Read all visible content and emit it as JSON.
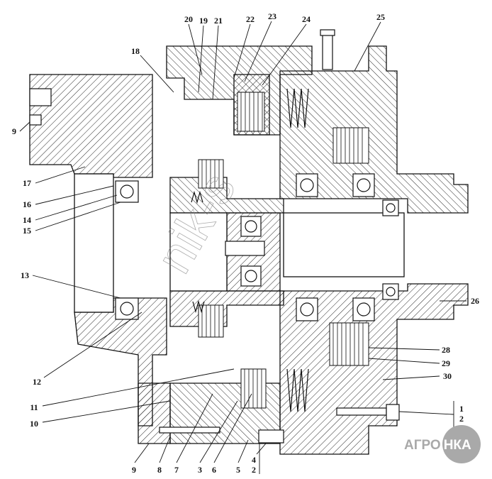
{
  "diagram": {
    "title": "Gearbox assembly cross-section",
    "callouts": [
      {
        "id": "c20",
        "text": "20"
      },
      {
        "id": "c19",
        "text": "19"
      },
      {
        "id": "c21",
        "text": "21"
      },
      {
        "id": "c22",
        "text": "22"
      },
      {
        "id": "c23",
        "text": "23"
      },
      {
        "id": "c24",
        "text": "24"
      },
      {
        "id": "c25",
        "text": "25"
      },
      {
        "id": "c18",
        "text": "18"
      },
      {
        "id": "c9a",
        "text": "9"
      },
      {
        "id": "c17",
        "text": "17"
      },
      {
        "id": "c16",
        "text": "16"
      },
      {
        "id": "c14",
        "text": "14"
      },
      {
        "id": "c15",
        "text": "15"
      },
      {
        "id": "c13",
        "text": "13"
      },
      {
        "id": "c12",
        "text": "12"
      },
      {
        "id": "c11",
        "text": "11"
      },
      {
        "id": "c10",
        "text": "10"
      },
      {
        "id": "c9b",
        "text": "9"
      },
      {
        "id": "c8",
        "text": "8"
      },
      {
        "id": "c7",
        "text": "7"
      },
      {
        "id": "c3",
        "text": "3"
      },
      {
        "id": "c6",
        "text": "6"
      },
      {
        "id": "c5",
        "text": "5"
      },
      {
        "id": "c4",
        "text": "4"
      },
      {
        "id": "c2a",
        "text": "2"
      },
      {
        "id": "c26",
        "text": "26"
      },
      {
        "id": "c28",
        "text": "28"
      },
      {
        "id": "c29",
        "text": "29"
      },
      {
        "id": "c30",
        "text": "30"
      },
      {
        "id": "c1",
        "text": "1"
      },
      {
        "id": "c2b",
        "text": "2"
      }
    ],
    "watermark_logo": {
      "part1": "АГРО",
      "part2": "НКА"
    },
    "colors": {
      "line": "#111111",
      "logo": "#a9a9a9"
    }
  }
}
